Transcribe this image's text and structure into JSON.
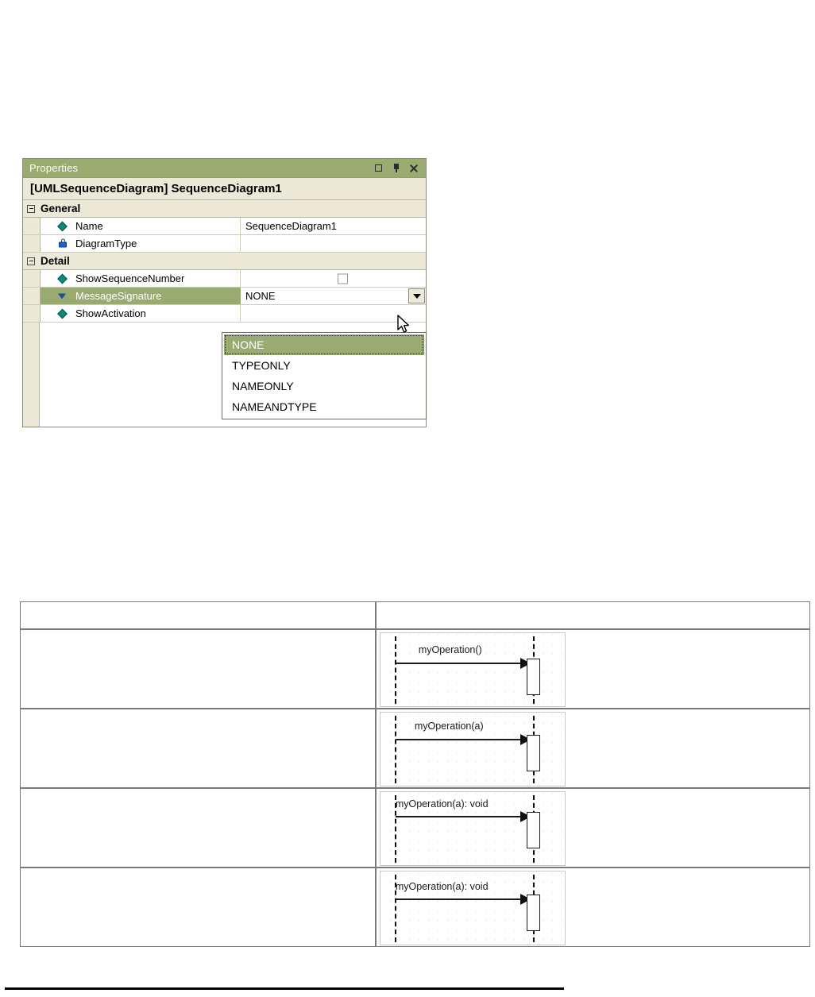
{
  "properties_panel": {
    "title": "Properties",
    "titlebar_buttons": [
      {
        "name": "maximize",
        "glyph": "square"
      },
      {
        "name": "pin",
        "glyph": "pin"
      },
      {
        "name": "close",
        "glyph": "x"
      }
    ],
    "object_title": "[UMLSequenceDiagram] SequenceDiagram1",
    "accent_color": "#9aab72",
    "panel_bg_color": "#ece9d8",
    "groups": [
      {
        "label": "General",
        "expanded": true,
        "rows": [
          {
            "icon": "diamond-icon",
            "name": "Name",
            "value": "SequenceDiagram1",
            "editor": "text",
            "selected": false
          },
          {
            "icon": "lock-icon",
            "name": "DiagramType",
            "value": "",
            "editor": "text",
            "selected": false
          }
        ]
      },
      {
        "label": "Detail",
        "expanded": true,
        "rows": [
          {
            "icon": "diamond-icon",
            "name": "ShowSequenceNumber",
            "value": "",
            "editor": "checkbox",
            "checked": false,
            "selected": false
          },
          {
            "icon": "triangle-down-icon",
            "name": "MessageSignature",
            "value": "NONE",
            "editor": "combobox",
            "selected": true
          },
          {
            "icon": "diamond-icon",
            "name": "ShowActivation",
            "value": "",
            "editor": "text",
            "selected": false
          }
        ]
      }
    ]
  },
  "dropdown": {
    "open": true,
    "selected": "NONE",
    "options": [
      {
        "label": "NONE",
        "highlighted": true
      },
      {
        "label": "TYPEONLY",
        "highlighted": false
      },
      {
        "label": "NAMEONLY",
        "highlighted": false
      },
      {
        "label": "NAMEANDTYPE",
        "highlighted": false
      }
    ]
  },
  "comparison_table": {
    "header": {
      "left": "",
      "right": ""
    },
    "rows": [
      {
        "left": "",
        "diagram": {
          "message_label": "myOperation()",
          "label_align": "center",
          "has_arrow": true,
          "has_activation": true
        }
      },
      {
        "left": "",
        "diagram": {
          "message_label": "myOperation(a)",
          "label_align": "center",
          "has_arrow": true,
          "has_activation": true
        }
      },
      {
        "left": "",
        "diagram": {
          "message_label": "myOperation(a): void",
          "label_align": "left",
          "has_arrow": true,
          "has_activation": true
        }
      },
      {
        "left": "",
        "diagram": {
          "message_label": "myOperation(a): void",
          "label_align": "left",
          "has_arrow": true,
          "has_activation": true
        }
      }
    ]
  }
}
